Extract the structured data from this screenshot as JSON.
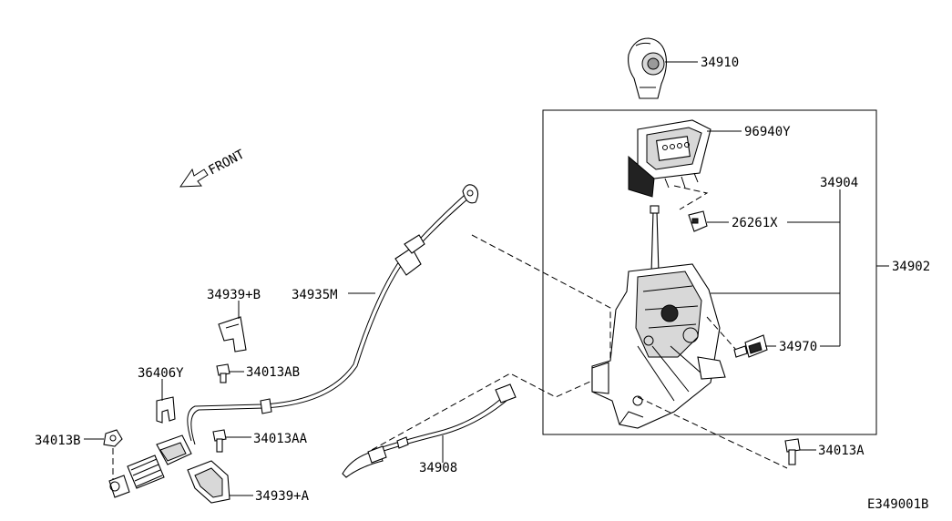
{
  "direction_label": "FRONT",
  "figure_code": "E349001B",
  "parts": {
    "knob": "34910",
    "indicator": "96940Y",
    "switch": "26261X",
    "control_device": "34904",
    "device_assembly": "34902",
    "solenoid": "34970",
    "cable": "34935M",
    "bracket_b": "34939+B",
    "bolt_ab": "34013AB",
    "clip": "36406Y",
    "nut_b": "34013B",
    "bolt_aa": "34013AA",
    "bracket_a": "34939+A",
    "harness": "34908",
    "bolt_a": "34013A"
  }
}
